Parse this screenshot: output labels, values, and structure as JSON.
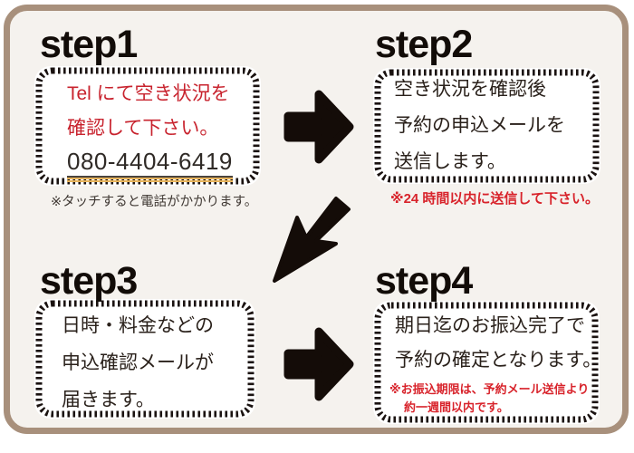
{
  "colors": {
    "frame_border": "#a8907c",
    "page_background": "#f5f2ee",
    "box_background": "#ffffff",
    "stitch_border": "#1a1210",
    "heading_text": "#120c08",
    "body_text": "#2a211b",
    "red_text": "#c8232e",
    "red_note": "#d8232b",
    "phone_underline_orange": "#e9b45a",
    "arrow": "#140c08"
  },
  "icons": {
    "arrow_step1_to_step2": "right-arrow",
    "arrow_step2_to_step3": "down-left-arrow",
    "arrow_step3_to_step4": "right-arrow"
  },
  "step1": {
    "title": "step1",
    "line1": "Tel にて空き状況を",
    "line2": "確認して下さい。",
    "phone": "080-4404-6419",
    "note": "※タッチすると電話がかかります。"
  },
  "step2": {
    "title": "step2",
    "line1": "空き状況を確認後",
    "line2": "予約の申込メールを",
    "line3": "送信します。",
    "note": "※24 時間以内に送信して下さい。"
  },
  "step3": {
    "title": "step3",
    "line1": "日時・料金などの",
    "line2": "申込確認メールが",
    "line3": "届きます。"
  },
  "step4": {
    "title": "step4",
    "line1": "期日迄のお振込完了で",
    "line2": "予約の確定となります。",
    "note1": "※お振込期限は、予約メール送信より",
    "note2": "約一週間以内です。"
  }
}
